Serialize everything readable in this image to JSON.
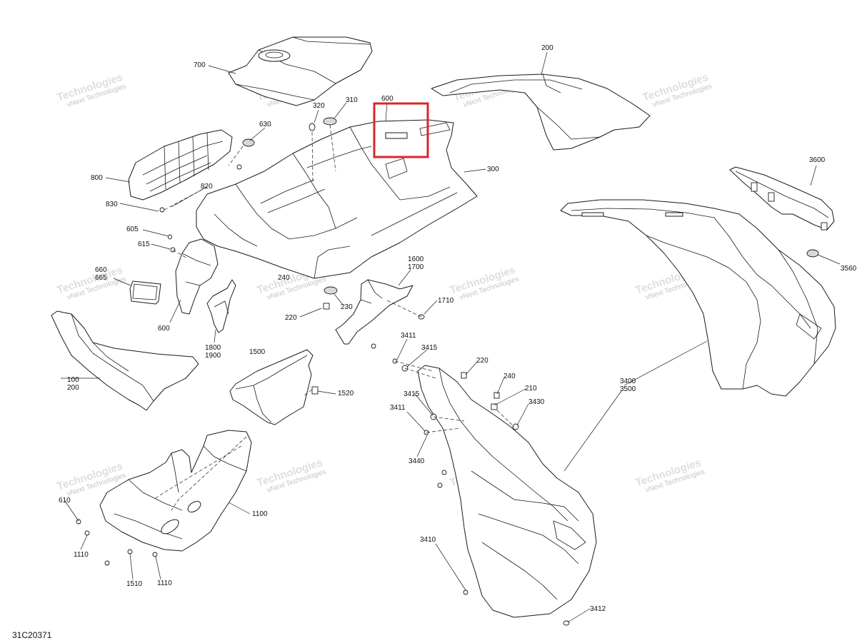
{
  "drawing_number": "31C20371",
  "watermark": {
    "line1": "vNext Technologies",
    "line2": "Technologies"
  },
  "highlight": {
    "part": "600",
    "color": "#d9262b"
  },
  "callouts": [
    "700",
    "320",
    "310",
    "600",
    "200",
    "630",
    "800",
    "820",
    "830",
    "300",
    "605",
    "615",
    "660",
    "665",
    "600",
    "240",
    "220",
    "230",
    "1800",
    "1900",
    "1600",
    "1700",
    "1710",
    "100",
    "200",
    "1500",
    "1520",
    "3411",
    "3415",
    "220",
    "240",
    "210",
    "3430",
    "3415",
    "3411",
    "3440",
    "1100",
    "610",
    "1110",
    "1510",
    "1110",
    "3410",
    "3412",
    "3400",
    "3500",
    "3600",
    "3560"
  ]
}
